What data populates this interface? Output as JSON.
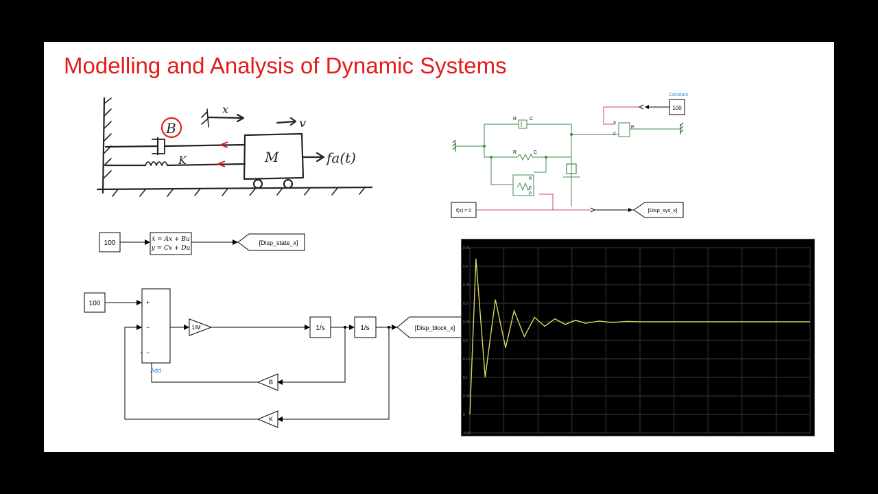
{
  "slide": {
    "title": "Modelling and Analysis of Dynamic Systems"
  },
  "sketch": {
    "labels": {
      "damper": "B",
      "spring": "K",
      "mass": "M",
      "displacement": "x",
      "velocity": "v",
      "force": "fa(t)"
    }
  },
  "state_space_model": {
    "source_value": "100",
    "equation_1": "ẋ = Ax + Bu",
    "equation_2": "y = Cx + Du",
    "goto_tag": "[Disp_state_x]"
  },
  "block_diagram": {
    "source_value": "100",
    "sum_signs": [
      "+",
      "−",
      "−"
    ],
    "sum_label": "Add",
    "gain_inverse_mass": "1/M",
    "integrator_1": "1/s",
    "integrator_2": "1/s",
    "damper_gain": "B",
    "spring_gain": "K",
    "goto_tag": "[Disp_block_x]"
  },
  "simscape_model": {
    "constant_label": "Constant",
    "constant_value": "100",
    "damper_ports": [
      "R",
      "C"
    ],
    "spring_ports": [
      "R",
      "C"
    ],
    "force_source_ports": [
      "S",
      "C",
      "R"
    ],
    "sensor_ports": [
      "R",
      "C",
      "P"
    ],
    "solver_label": "f(x) = 0",
    "goto_tag": "[Disp_sys_x]"
  },
  "scope": {
    "colors": {
      "background": "#000000",
      "grid": "#3a3a3a",
      "trace": "#d8d860"
    },
    "y_tick_labels": [
      "0.45",
      "0.4",
      "0.35",
      "0.3",
      "0.25",
      "0.2",
      "0.15",
      "0.1",
      "0.05",
      "0",
      "-0.05"
    ]
  },
  "chart_data": {
    "type": "line",
    "ylim": [
      -0.05,
      0.45
    ],
    "xlim": [
      0,
      10
    ],
    "grid": true,
    "series": [
      {
        "x": [
          0,
          0.18,
          0.45,
          0.75,
          1.05,
          1.3,
          1.6,
          1.9,
          2.2,
          2.5,
          2.8,
          3.1,
          3.4,
          3.8,
          4.2,
          4.6,
          5.0,
          6.0,
          7.0,
          8.0,
          9.0,
          10.0
        ],
        "y": [
          0,
          0.42,
          0.1,
          0.31,
          0.18,
          0.28,
          0.21,
          0.262,
          0.238,
          0.258,
          0.243,
          0.254,
          0.246,
          0.252,
          0.248,
          0.251,
          0.25,
          0.25,
          0.25,
          0.25,
          0.25,
          0.25
        ]
      }
    ]
  }
}
